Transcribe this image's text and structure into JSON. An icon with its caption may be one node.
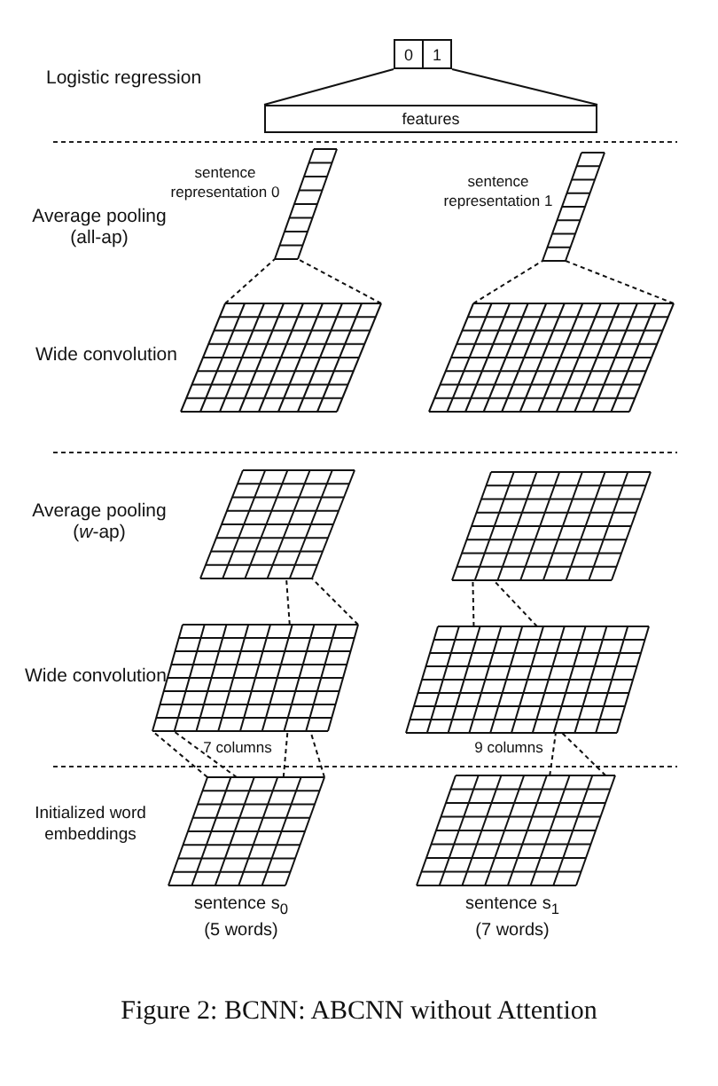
{
  "diagram": {
    "caption": "Figure 2: BCNN: ABCNN without Attention",
    "nodes": [
      {
        "text": [
          "0"
        ]
      },
      {
        "text": [
          "1"
        ]
      },
      {
        "text": [
          "features"
        ]
      },
      {
        "text": [],
        "shape": "bar",
        "beside": [
          "sentence representation 0"
        ]
      },
      {
        "text": [],
        "shape": "bar",
        "beside": [
          "sentence representation 1"
        ]
      },
      {
        "text": [],
        "shape": "grid"
      },
      {
        "text": [],
        "shape": "grid"
      },
      {
        "text": [],
        "shape": "grid"
      },
      {
        "text": [],
        "shape": "grid"
      },
      {
        "text": [],
        "shape": "grid",
        "beside": [
          "7 columns"
        ]
      },
      {
        "text": [],
        "shape": "grid",
        "beside": [
          "9 columns"
        ]
      },
      {
        "text": [],
        "shape": "grid",
        "beside": [
          "sentence s$_{0}$",
          "(5 words)"
        ]
      },
      {
        "text": [],
        "shape": "grid",
        "beside": [
          "sentence s$_{1}$",
          "(7 words)"
        ]
      }
    ],
    "edges": [
      {
        "from": 2,
        "to": 0,
        "arrow": "none"
      },
      {
        "from": 2,
        "to": 1,
        "arrow": "none"
      },
      {
        "from": 5,
        "to": 3,
        "arrow": "none",
        "style": "dashed"
      },
      {
        "from": 5,
        "to": 3,
        "arrow": "none",
        "style": "dashed"
      },
      {
        "from": 6,
        "to": 4,
        "arrow": "none",
        "style": "dashed"
      },
      {
        "from": 6,
        "to": 4,
        "arrow": "none",
        "style": "dashed"
      },
      {
        "from": 9,
        "to": 7,
        "arrow": "none",
        "style": "dashed"
      },
      {
        "from": 9,
        "to": 7,
        "arrow": "none",
        "style": "dashed"
      },
      {
        "from": 10,
        "to": 8,
        "arrow": "none",
        "style": "dashed"
      },
      {
        "from": 10,
        "to": 8,
        "arrow": "none",
        "style": "dashed"
      },
      {
        "from": 11,
        "to": 9,
        "arrow": "none",
        "style": "dashed"
      },
      {
        "from": 11,
        "to": 9,
        "arrow": "none",
        "style": "dashed"
      },
      {
        "from": 11,
        "to": 9,
        "arrow": "none",
        "style": "dashed"
      },
      {
        "from": 11,
        "to": 9,
        "arrow": "none",
        "style": "dashed"
      },
      {
        "from": 12,
        "to": 10,
        "arrow": "none",
        "style": "dashed"
      },
      {
        "from": 12,
        "to": 10,
        "arrow": "none",
        "style": "dashed"
      }
    ],
    "labels": [
      "Logistic regression",
      "Average pooling (all-ap)",
      "Wide convolution",
      "Average pooling (*w*-ap)",
      "Wide convolution",
      "Initialized word embeddings"
    ]
  }
}
